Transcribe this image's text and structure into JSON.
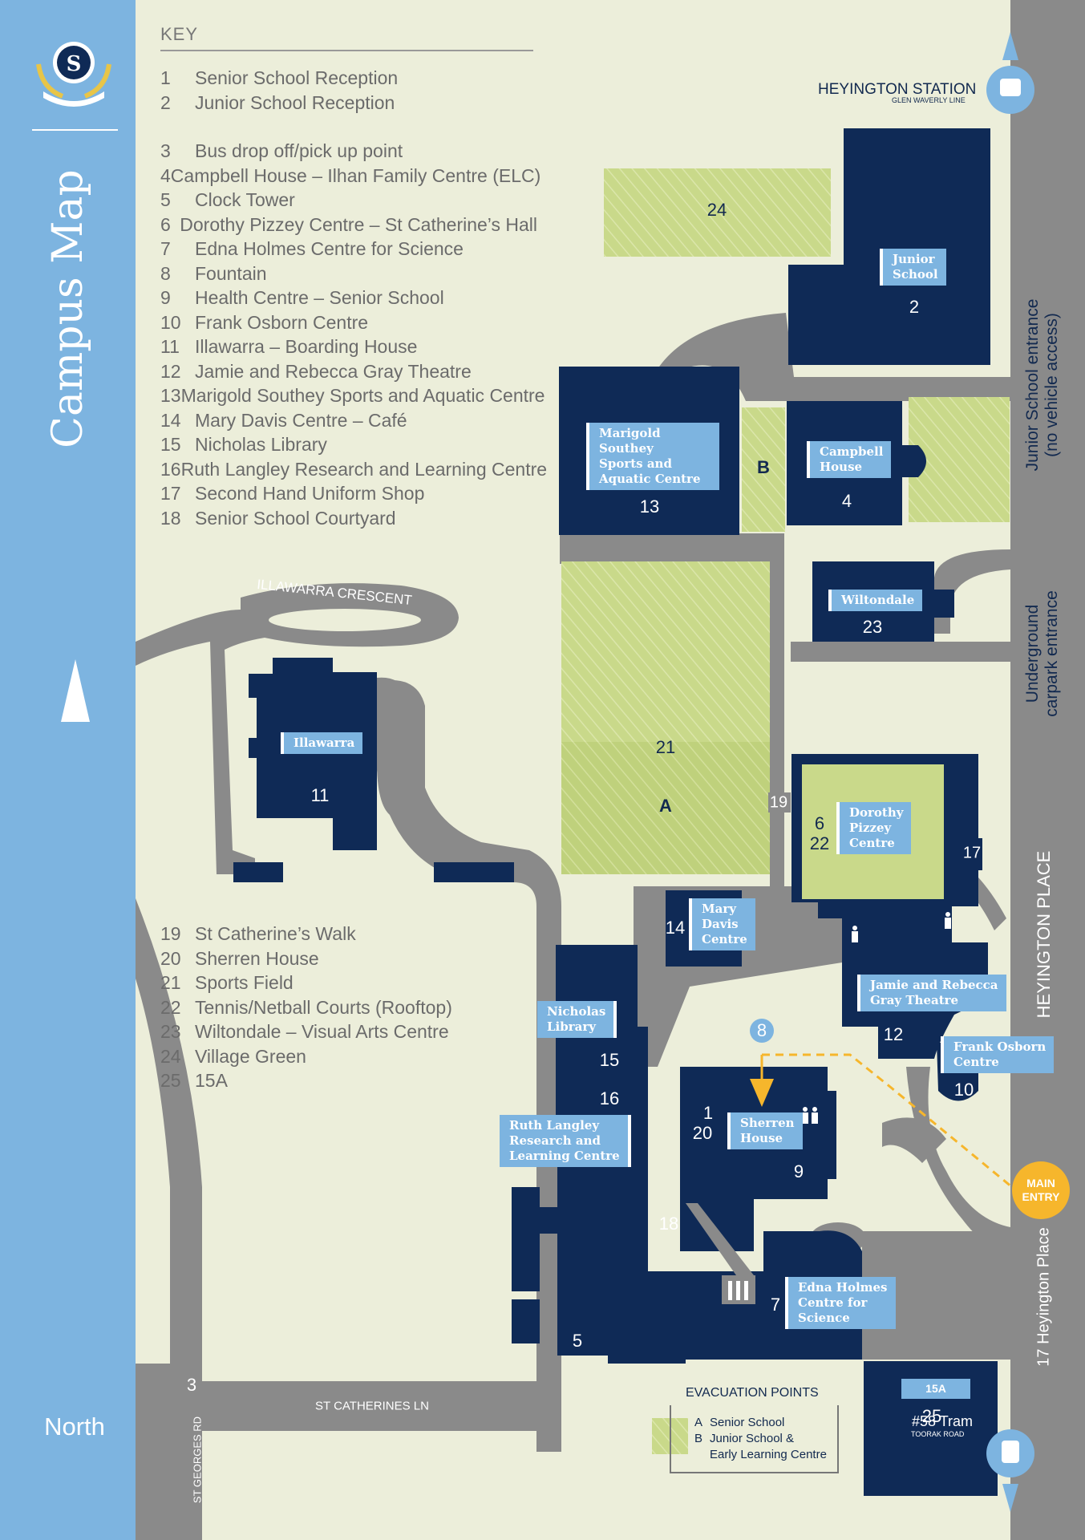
{
  "sidebar": {
    "title": "Campus Map",
    "north_label": "North"
  },
  "key": {
    "title": "KEY",
    "group1": [
      {
        "num": "1",
        "label": "Senior School Reception"
      },
      {
        "num": "2",
        "label": "Junior School Reception"
      }
    ],
    "group2": [
      {
        "num": "3",
        "label": "Bus drop off/pick up point"
      },
      {
        "num": "4",
        "label": "Campbell House – Ilhan Family Centre (ELC)"
      },
      {
        "num": "5",
        "label": "Clock Tower"
      },
      {
        "num": "6",
        "label": "Dorothy Pizzey Centre – St Catherine’s Hall"
      },
      {
        "num": "7",
        "label": "Edna Holmes Centre for Science"
      },
      {
        "num": "8",
        "label": "Fountain"
      },
      {
        "num": "9",
        "label": "Health Centre – Senior School"
      },
      {
        "num": "10",
        "label": "Frank Osborn Centre"
      },
      {
        "num": "11",
        "label": "Illawarra –  Boarding House"
      },
      {
        "num": "12",
        "label": "Jamie and Rebecca Gray Theatre"
      },
      {
        "num": "13",
        "label": "Marigold Southey Sports and Aquatic Centre"
      },
      {
        "num": "14",
        "label": "Mary Davis Centre – Café"
      },
      {
        "num": "15",
        "label": "Nicholas Library"
      },
      {
        "num": "16",
        "label": "Ruth Langley Research and Learning Centre"
      },
      {
        "num": "17",
        "label": "Second Hand Uniform Shop"
      },
      {
        "num": "18",
        "label": "Senior School Courtyard"
      }
    ],
    "group3": [
      {
        "num": "19",
        "label": "St Catherine’s Walk"
      },
      {
        "num": "20",
        "label": "Sherren House"
      },
      {
        "num": "21",
        "label": "Sports Field"
      },
      {
        "num": "22",
        "label": "Tennis/Netball Courts (Rooftop)"
      },
      {
        "num": "23",
        "label": "Wiltondale – Visual Arts Centre"
      },
      {
        "num": "24",
        "label": "Village Green"
      },
      {
        "num": "25",
        "label": "15A"
      }
    ]
  },
  "buildings": {
    "junior_school": {
      "name_line1": "Junior",
      "name_line2": "School",
      "num": "2"
    },
    "marigold": {
      "name_line1": "Marigold Southey",
      "name_line2": "Sports and",
      "name_line3": "Aquatic Centre",
      "num": "13"
    },
    "campbell": {
      "name_line1": "Campbell",
      "name_line2": "House",
      "num": "4"
    },
    "wiltondale": {
      "name": "Wiltondale",
      "num": "23"
    },
    "illawarra": {
      "name": "Illawarra",
      "num": "11"
    },
    "dorothy": {
      "name_line1": "Dorothy",
      "name_line2": "Pizzey",
      "name_line3": "Centre",
      "num1": "6",
      "num2": "22"
    },
    "mary_davis": {
      "name_line1": "Mary",
      "name_line2": "Davis",
      "name_line3": "Centre",
      "num": "14"
    },
    "jamie": {
      "name_line1": "Jamie and Rebecca",
      "name_line2": "Gray Theatre",
      "num": "12"
    },
    "nicholas": {
      "name_line1": "Nicholas",
      "name_line2": "Library",
      "num": "15"
    },
    "ruth": {
      "name_line1": "Ruth Langley",
      "name_line2": "Research and",
      "name_line3": "Learning Centre",
      "num": "16"
    },
    "frank": {
      "name_line1": "Frank Osborn",
      "name_line2": "Centre",
      "num": "10"
    },
    "sherren": {
      "name_line1": "Sherren",
      "name_line2": "House",
      "num1": "1",
      "num2": "20",
      "num3": "9"
    },
    "edna": {
      "name_line1": "Edna Holmes",
      "name_line2": "Centre for",
      "name_line3": "Science",
      "num": "7"
    },
    "b15a": {
      "name": "15A",
      "num": "25"
    },
    "uniform_shop_num": "17",
    "clock_tower_num": "5",
    "courtyard_num": "18"
  },
  "areas": {
    "village_green": "24",
    "sports_field": "21",
    "evac_a": "A",
    "evac_b": "B",
    "st_catherines_walk": "19",
    "fountain": "8",
    "bus_stop": "3"
  },
  "roads": {
    "illawarra_crescent": "ILLAWARRA CRESCENT",
    "st_catherines_ln": "ST CATHERINES LN",
    "st_georges_rd": "ST GEORGES RD",
    "heyington_place": "HEYINGTON PLACE",
    "address": "17 Heyington Place"
  },
  "entrances": {
    "junior_line1": "Junior School entrance",
    "junior_line2": "(no vehicle access)",
    "carpark_line1": "Underground",
    "carpark_line2": "carpark entrance",
    "main_line1": "MAIN",
    "main_line2": "ENTRY"
  },
  "transport": {
    "station_name": "HEYINGTON STATION",
    "station_line": "GLEN WAVERLY LINE",
    "tram_label": "#58 Tram",
    "tram_sub": "TOORAK ROAD"
  },
  "evacuation": {
    "title": "EVACUATION POINTS",
    "a_letter": "A",
    "a_label": "Senior School",
    "b_letter": "B",
    "b_label_line1": "Junior School &",
    "b_label_line2": "Early Learning Centre"
  },
  "colors": {
    "navy": "#0f2a56",
    "grass": "#c9d98a",
    "road": "#8a8a8a",
    "sidebar": "#7db4e0",
    "background": "#eceeda",
    "entry": "#f6b62c"
  }
}
